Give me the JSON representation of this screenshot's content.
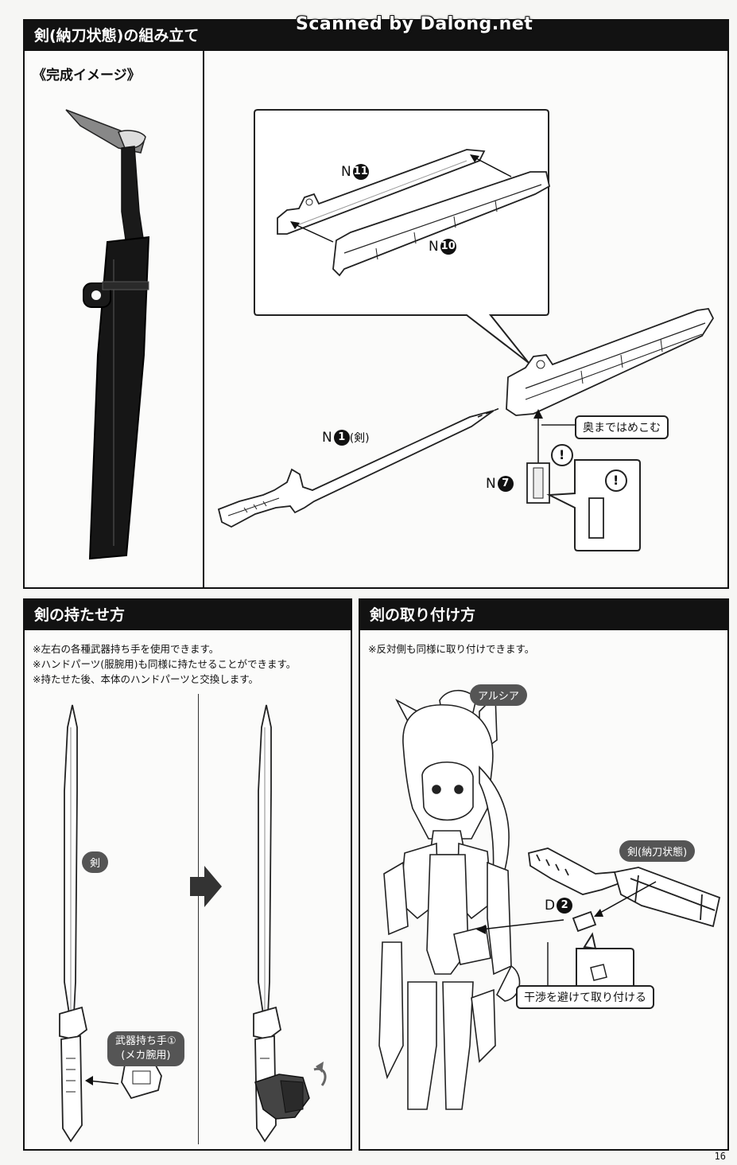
{
  "watermark": "Scanned by Dalong.net",
  "section1": {
    "title": "剣(納刀状態)の組み立て",
    "subtitle": "《完成イメージ》",
    "labels": {
      "n11": "N",
      "n11_num": "11",
      "n10": "N",
      "n10_num": "10",
      "n1": "N",
      "n1_num": "1",
      "n1_suffix": "(剣)",
      "n7": "N",
      "n7_num": "7",
      "push_note": "奥まではめこむ",
      "exclaim": "!"
    }
  },
  "section2": {
    "title": "剣の持たせ方",
    "notes": [
      "※左右の各種武器持ち手を使用できます。",
      "※ハンドパーツ(服腕用)も同様に持たせることができます。",
      "※持たせた後、本体のハンドパーツと交換します。"
    ],
    "sword_label": "剣",
    "hand_label_1": "武器持ち手①",
    "hand_label_2": "(メカ腕用)"
  },
  "section3": {
    "title": "剣の取り付け方",
    "note": "※反対側も同様に取り付けできます。",
    "character_label": "アルシア",
    "sword_label": "剣(納刀状態)",
    "d": "D",
    "d_num": "2",
    "avoid_note": "干渉を避けて取り付ける"
  },
  "page_number": "16"
}
